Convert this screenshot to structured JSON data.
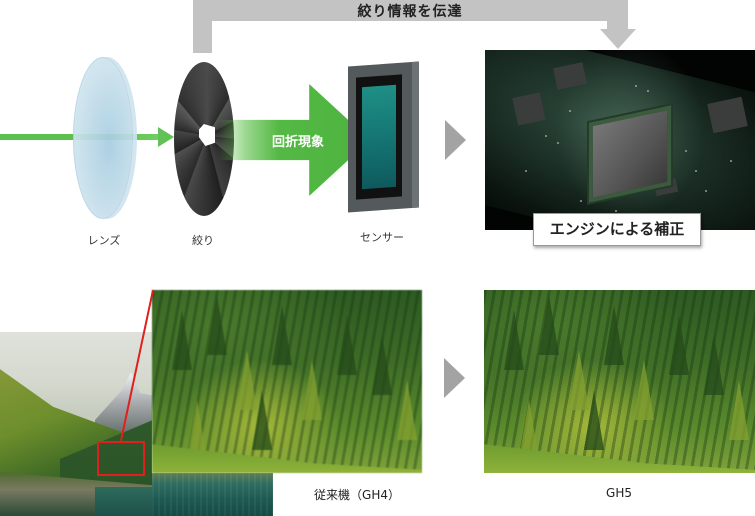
{
  "top_flow": {
    "label": "絞り情報を伝達",
    "color": "#c3c3c3"
  },
  "optics": {
    "lens_label": "レンズ",
    "aperture_label": "絞り",
    "diffraction_label": "回折現象",
    "sensor_label": "センサー",
    "ray_color": "#5cc04e",
    "arrow_color": "#4db33f"
  },
  "engine": {
    "label": "エンジンによる補正"
  },
  "comparison": {
    "before_label": "従来機（GH4）",
    "after_label": "GH5",
    "highlight_color": "#e0201c",
    "arrow_color": "#a3a3a3"
  }
}
